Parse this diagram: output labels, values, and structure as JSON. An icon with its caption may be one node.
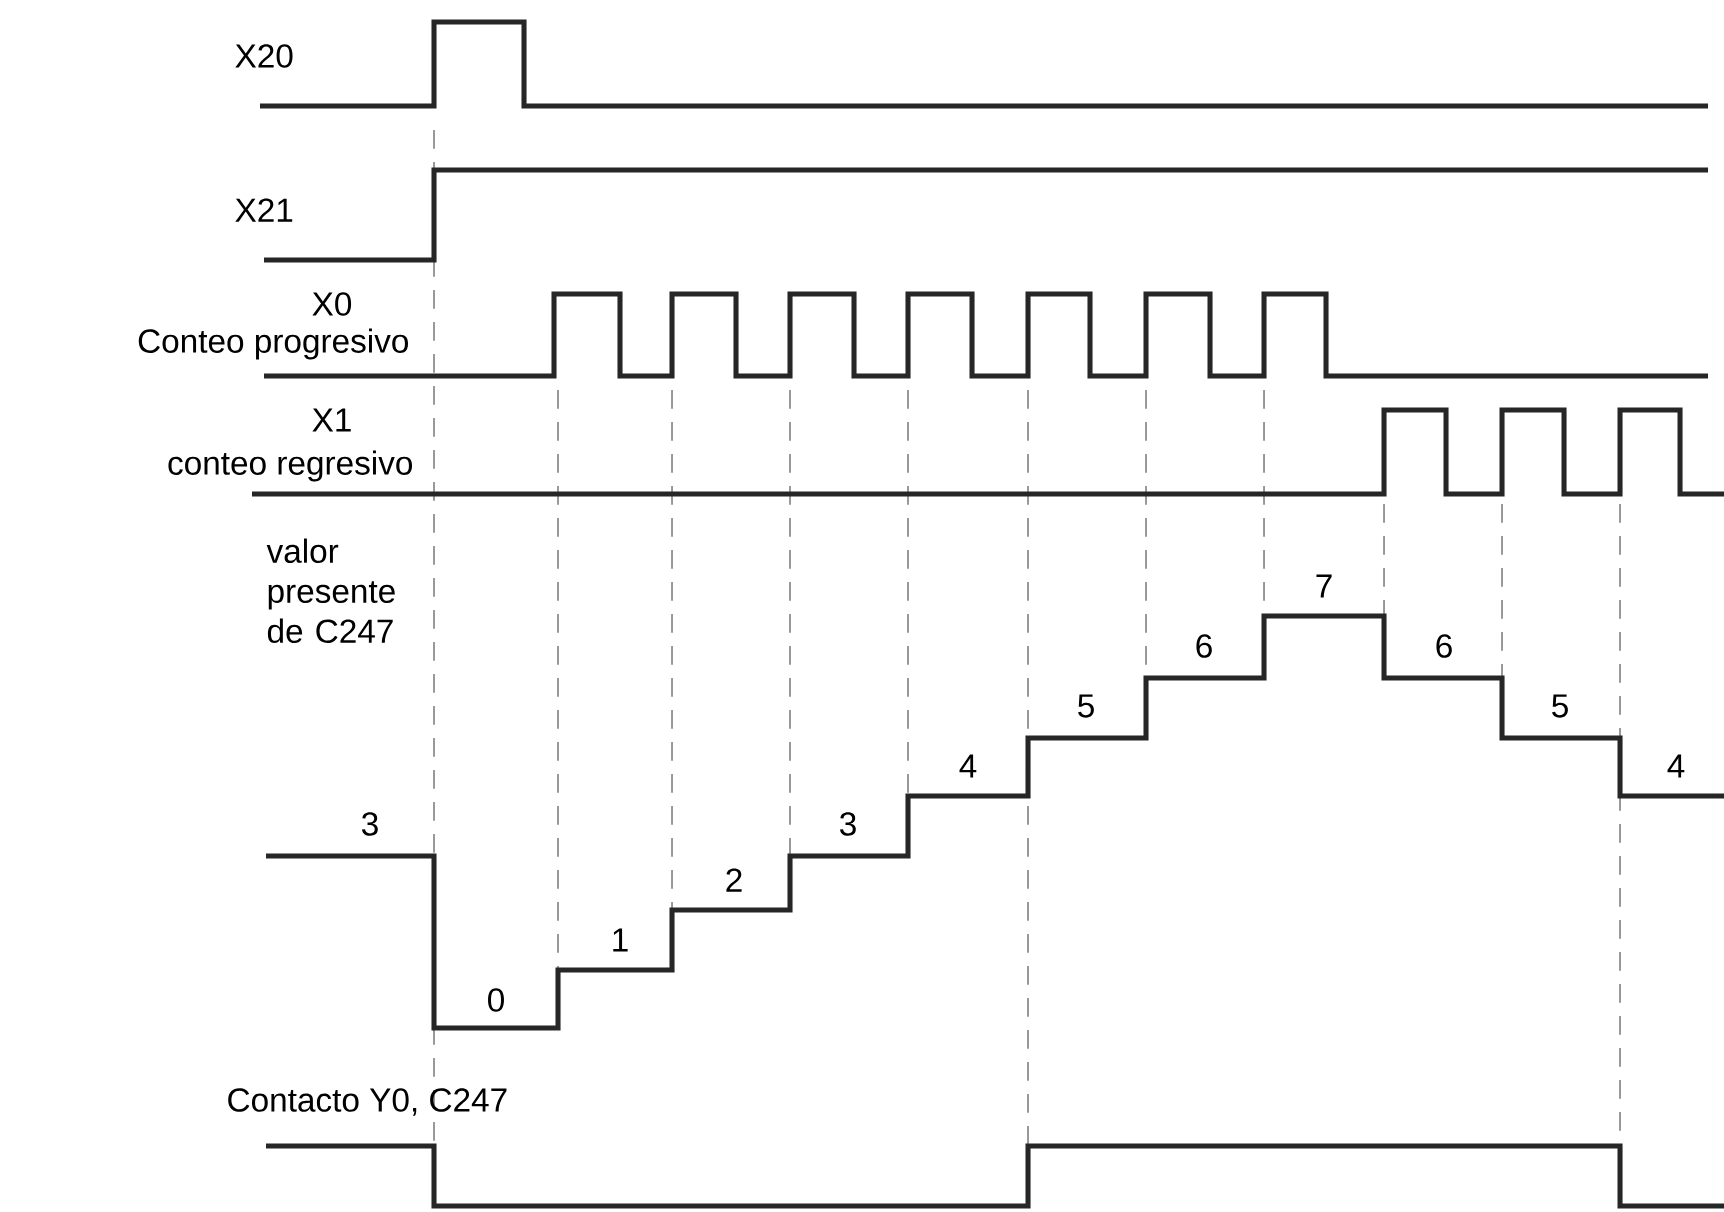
{
  "diagram": {
    "labels": [
      "X20",
      "X21",
      "X0",
      "Conteo progresivo",
      "X1",
      "conteo regresivo",
      "valor presente de C247",
      "3",
      "0",
      "1",
      "2",
      "3",
      "4",
      "5",
      "6",
      "7",
      "6",
      "5",
      "4",
      "Contacto Y0, C247"
    ]
  }
}
